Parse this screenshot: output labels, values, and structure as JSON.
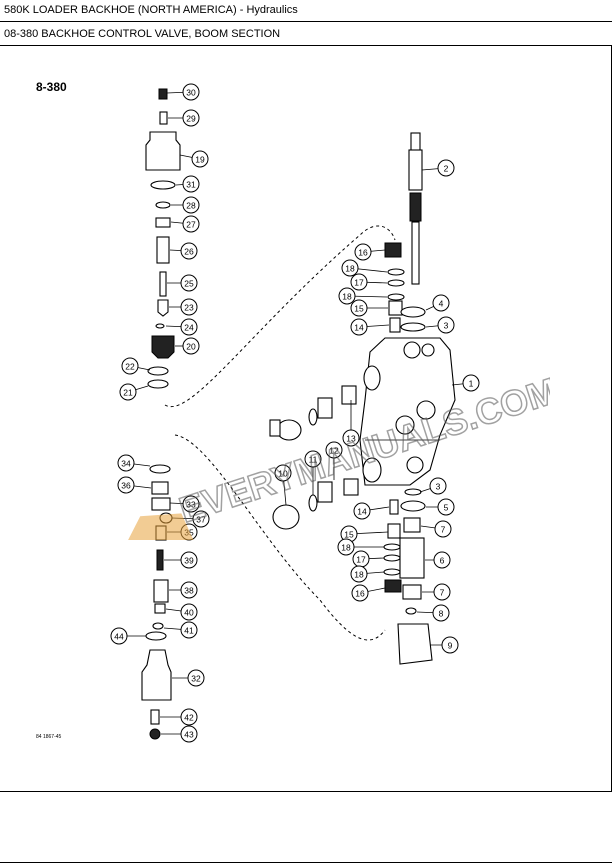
{
  "header": {
    "title": "580K LOADER BACKHOE (NORTH AMERICA) - Hydraulics",
    "subtitle": "08-380 BACKHOE CONTROL VALVE, BOOM SECTION"
  },
  "diagram": {
    "section_label": "8-380",
    "figure_number": "84 1867-45",
    "callouts": [
      "30",
      "29",
      "19",
      "31",
      "28",
      "27",
      "26",
      "25",
      "23",
      "24",
      "20",
      "22",
      "21",
      "2",
      "16",
      "18",
      "17",
      "18",
      "15",
      "14",
      "4",
      "3",
      "1",
      "13",
      "12",
      "11",
      "10",
      "34",
      "36",
      "33",
      "37",
      "35",
      "39",
      "38",
      "40",
      "41",
      "44",
      "32",
      "42",
      "43",
      "3",
      "5",
      "7",
      "6",
      "7",
      "8",
      "9",
      "14",
      "15",
      "18",
      "17",
      "18",
      "16"
    ]
  },
  "watermark": {
    "text": "EVERYMANUALS.COM",
    "logo_letter": "E",
    "color": "#E8A33D"
  }
}
